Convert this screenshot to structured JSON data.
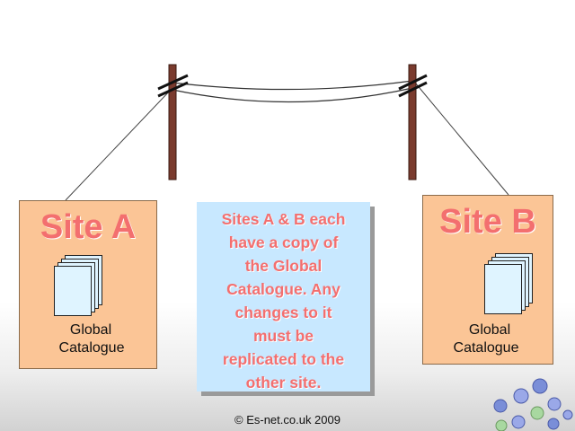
{
  "site_a": {
    "title": "Site A",
    "label_line1": "Global",
    "label_line2": "Catalogue"
  },
  "site_b": {
    "title": "Site B",
    "label_line1": "Global",
    "label_line2": "Catalogue"
  },
  "callout": {
    "lines": [
      "Sites A & B each",
      "have a copy of",
      "the Global",
      "Catalogue. Any",
      "changes to it",
      "must be",
      "replicated to the",
      "other site."
    ]
  },
  "footer": {
    "copyright": "© Es-net.co.uk 2009"
  },
  "colors": {
    "site_box": "#fbc596",
    "title_text": "#f36f6f",
    "callout_bg": "#c8e8ff",
    "pole": "#7a3b2e",
    "document": "#dff4ff"
  }
}
